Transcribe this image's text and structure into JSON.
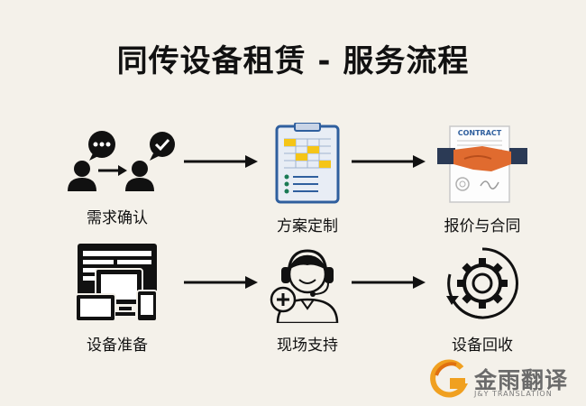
{
  "title": "同传设备租赁 - 服务流程",
  "steps": [
    {
      "label": "需求确认",
      "icon": "people-chat-icon"
    },
    {
      "label": "方案定制",
      "icon": "clipboard-schedule-icon"
    },
    {
      "label": "报价与合同",
      "icon": "contract-handshake-icon"
    },
    {
      "label": "设备准备",
      "icon": "devices-icon"
    },
    {
      "label": "现场支持",
      "icon": "support-headset-icon"
    },
    {
      "label": "设备回收",
      "icon": "gear-recycle-icon"
    }
  ],
  "contract_text": "CONTRACT",
  "logo": {
    "name": "金雨翻译",
    "subtitle": "J&Y TRANSLATION"
  },
  "colors": {
    "background": "#f4f1ea",
    "accent_yellow": "#f5c518",
    "blue": "#2f5f9e",
    "orange": "#e06b2f",
    "green": "#1a7a55"
  }
}
